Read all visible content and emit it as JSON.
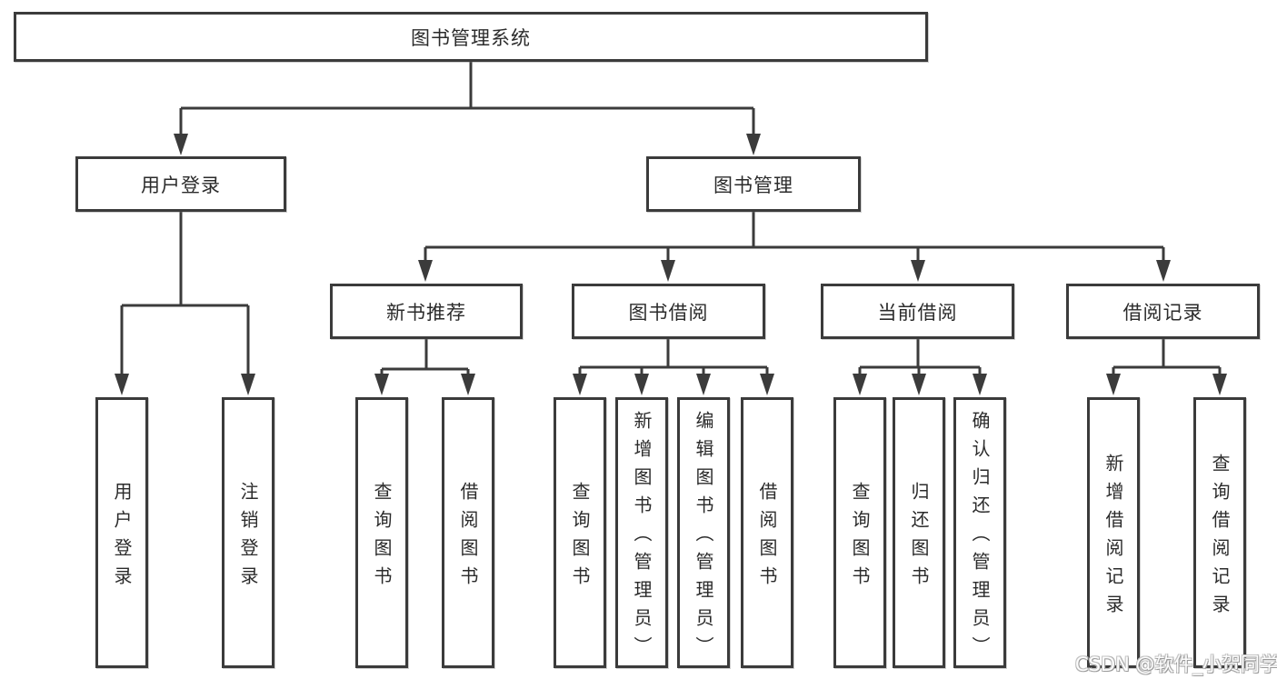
{
  "diagram": {
    "root": {
      "label": "图书管理系统"
    },
    "branches": [
      {
        "label": "用户登录",
        "children": [
          {
            "label": "用户登录"
          },
          {
            "label": "注销登录"
          }
        ]
      },
      {
        "label": "图书管理",
        "children": [
          {
            "label": "新书推荐",
            "children": [
              {
                "label": "查询图书"
              },
              {
                "label": "借阅图书"
              }
            ]
          },
          {
            "label": "图书借阅",
            "children": [
              {
                "label": "查询图书"
              },
              {
                "label": "新增图书（管理员）"
              },
              {
                "label": "编辑图书（管理员）"
              },
              {
                "label": "借阅图书"
              }
            ]
          },
          {
            "label": "当前借阅",
            "children": [
              {
                "label": "查询图书"
              },
              {
                "label": "归还图书"
              },
              {
                "label": "确认归还（管理员）"
              }
            ]
          },
          {
            "label": "借阅记录",
            "children": [
              {
                "label": "新增借阅记录"
              },
              {
                "label": "查询借阅记录"
              }
            ]
          }
        ]
      }
    ]
  },
  "colors": {
    "line": "#3b3b3b",
    "box_border": "#3b3b3b",
    "box_background": "#ffffff",
    "text": "#2b2b2b",
    "watermark_fill": "#fdfdfd",
    "watermark_shadow": "#9a9a9a",
    "background": "#ffffff"
  },
  "watermark": {
    "text": "CSDN @软件_小贺同学"
  }
}
